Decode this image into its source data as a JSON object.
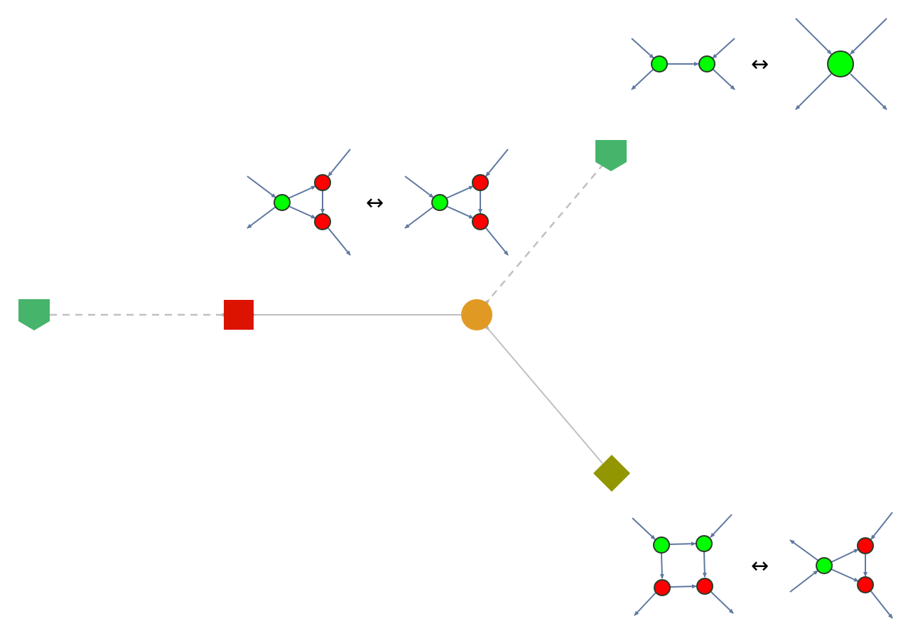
{
  "diagram": {
    "colors": {
      "background": "#ffffff",
      "flow_edge": "#c0c0c0",
      "flow_arrowhead": "#b4b4b4",
      "wire": "#5f78a0",
      "green_spider": "#00ff00",
      "red_spider": "#ff0000",
      "spider_outline": "#2a3a2a",
      "center_node": "#e09a24",
      "red_square": "#dc1300",
      "pentagon": "#47b46c",
      "diamond": "#929600"
    },
    "nodes": [
      {
        "id": "center",
        "shape": "circle",
        "icon": "circle-node"
      },
      {
        "id": "target",
        "shape": "square",
        "icon": "square-node"
      },
      {
        "id": "source-left",
        "shape": "pentagon",
        "icon": "pentagon-node"
      },
      {
        "id": "source-top",
        "shape": "pentagon",
        "icon": "pentagon-node"
      },
      {
        "id": "source-bottom",
        "shape": "diamond",
        "icon": "diamond-node"
      }
    ],
    "edges": [
      {
        "from": "center",
        "to": "target",
        "style": "solid"
      },
      {
        "from": "source-left",
        "to": "target",
        "style": "dashed"
      },
      {
        "from": "source-top",
        "to": "center",
        "style": "dashed"
      },
      {
        "from": "source-bottom",
        "to": "center",
        "style": "solid"
      }
    ],
    "rules": [
      {
        "id": "fusion",
        "symbol": "↔"
      },
      {
        "id": "triangle",
        "symbol": "↔"
      },
      {
        "id": "square",
        "symbol": "↔"
      }
    ]
  }
}
